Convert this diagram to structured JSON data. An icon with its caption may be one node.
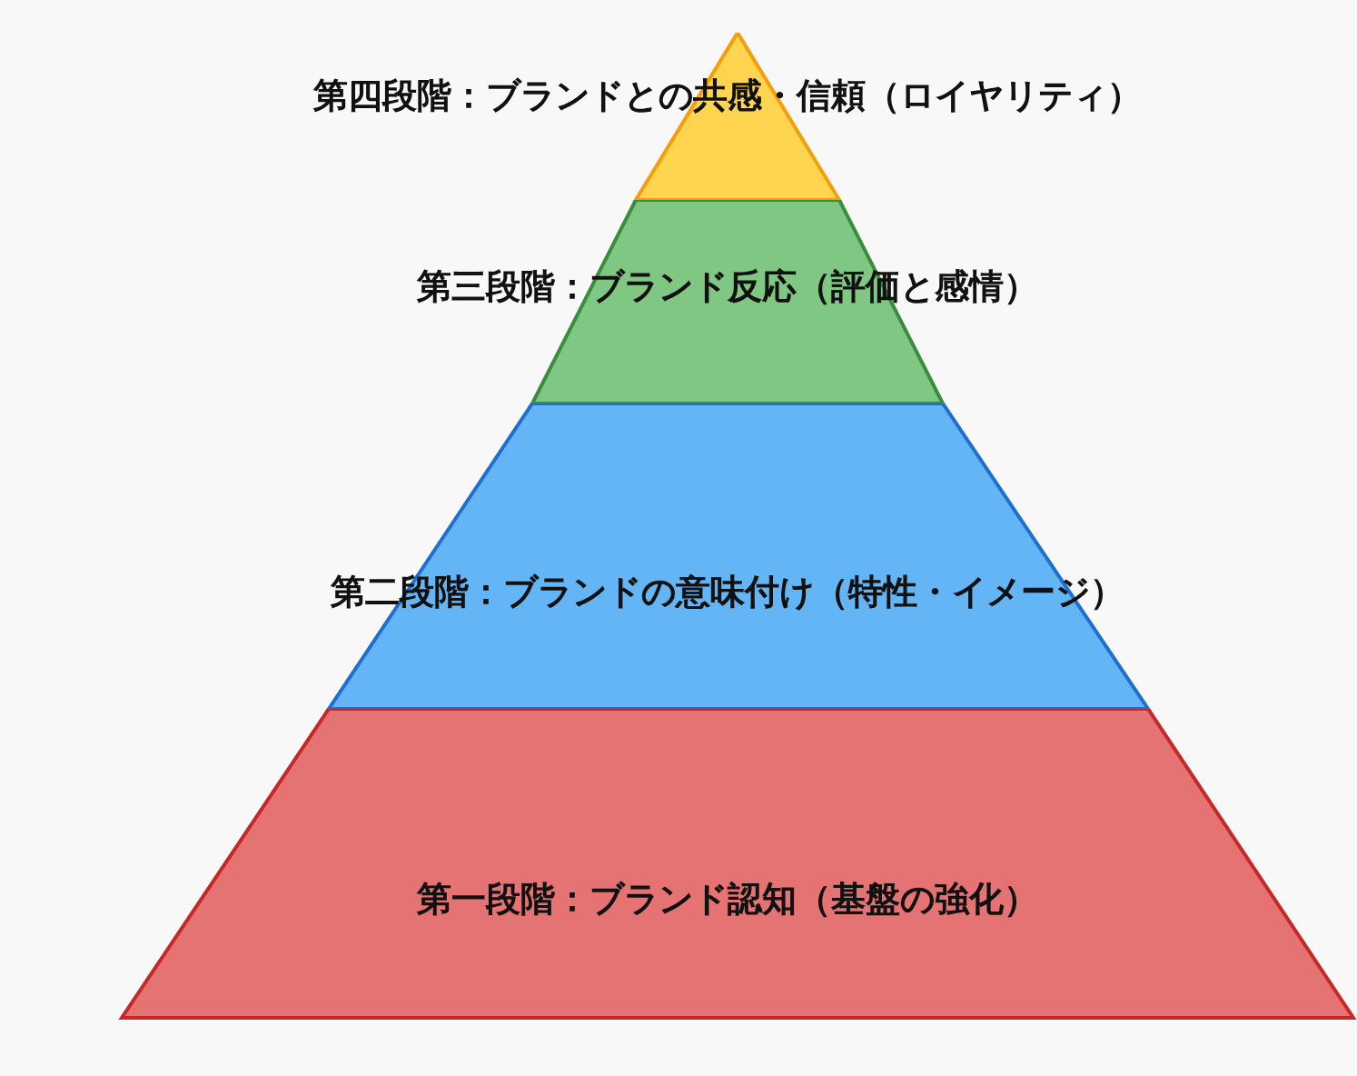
{
  "diagram": {
    "nodes": [
      {
        "text": [
          "第四段階：ブランドとの共感・信頼（ロイヤリティ）"
        ]
      },
      {
        "text": [
          "第三段階：ブランド反応（評価と感情）"
        ]
      },
      {
        "text": [
          "第二段階：ブランドの意味付け（特性・イメージ）"
        ]
      },
      {
        "text": [
          "第一段階：ブランド認知（基盤の強化）"
        ]
      }
    ]
  }
}
